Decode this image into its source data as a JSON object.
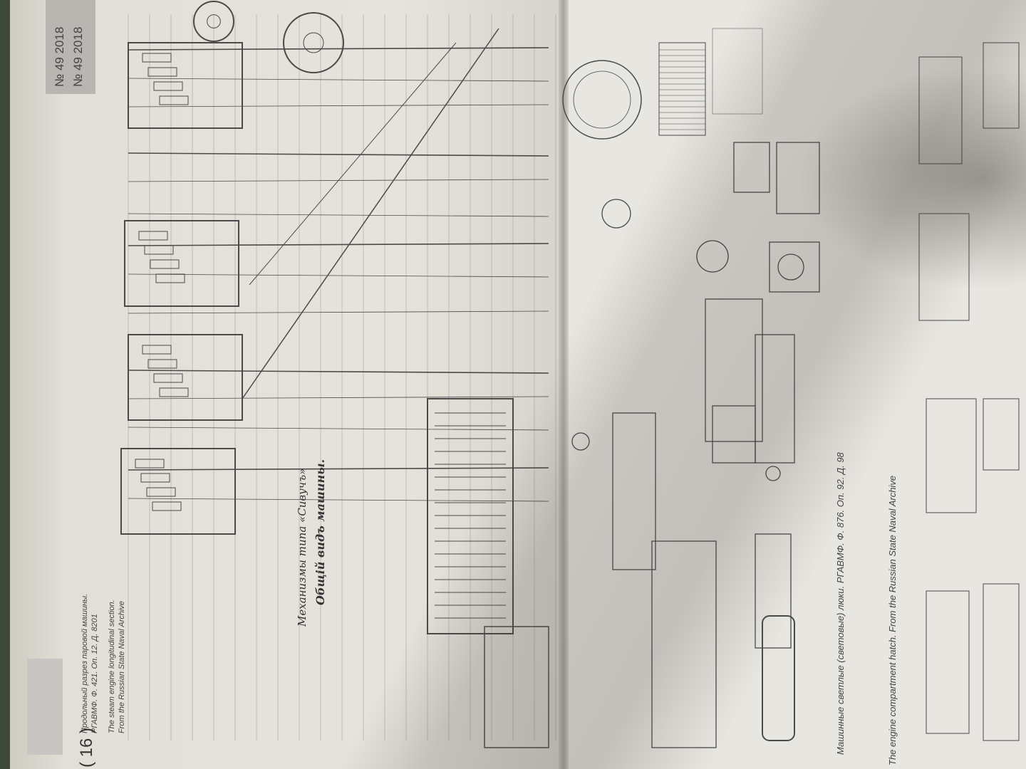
{
  "header": {
    "issue_line_1": "№ 49 2018",
    "issue_line_2": "№ 49 2018"
  },
  "left_caption": {
    "ru_line_1": "Продольный разрез паровой машины.",
    "ru_line_2": "РГАВМФ. Ф. 421. Оп. 12. Д. 8201",
    "en_line_1": "The steam engine longitudinal section.",
    "en_line_2": "From the Russian State Naval Archive"
  },
  "page_number": "( 16 )",
  "drawing_title": {
    "line_1": "Механизмы типа «Сивучъ»",
    "line_2": "Общій видъ машины."
  },
  "right_caption": {
    "ru": "Машинные светлые (световые) люки. РГАВМФ. Ф. 876. Оп. 92. Д. 98",
    "en": "The engine compartment hatch. From the Russian State Naval Archive"
  },
  "colors": {
    "paper": "#e6e3dc",
    "ink": "#3a3a3a",
    "tab": "#b9b6b1"
  }
}
